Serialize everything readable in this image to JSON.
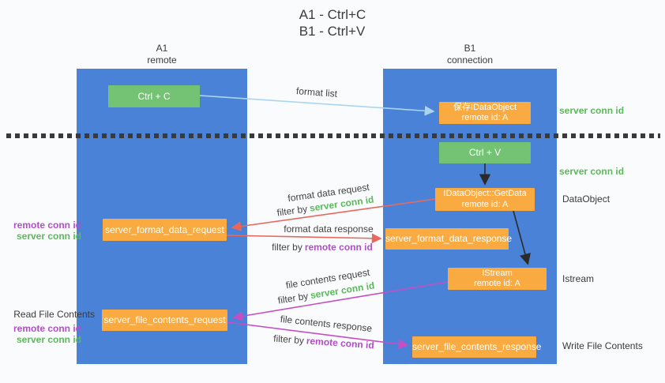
{
  "title": {
    "line1": "A1 - Ctrl+C",
    "line2": "B1 - Ctrl+V"
  },
  "columns": {
    "a1": {
      "title": "A1",
      "subtitle": "remote"
    },
    "b1": {
      "title": "B1",
      "subtitle": "connection"
    }
  },
  "nodes": {
    "ctrl_c": {
      "label": "Ctrl + C"
    },
    "ctrl_v": {
      "label": "Ctrl + V"
    },
    "save_idataobject": {
      "line1": "保存IDataObject",
      "line2": "remote id: A"
    },
    "idataobject_getdata": {
      "line1": "IDataObject::GetData",
      "line2": "remote id: A"
    },
    "istream": {
      "line1": "IStream",
      "line2": "remote id: A"
    },
    "server_format_data_request": {
      "label": "server_format_data_request"
    },
    "server_format_data_response": {
      "label": "server_format_data_response"
    },
    "server_file_contents_request": {
      "label": "server_file_contents_request"
    },
    "server_file_contents_response": {
      "label": "server_file_contents_response"
    }
  },
  "arrows": {
    "format_list": {
      "label": "format list"
    },
    "format_data_request": {
      "label": "format data request",
      "filter_prefix": "filter by",
      "filter_value": "server conn id"
    },
    "format_data_response": {
      "label": "format data response",
      "filter_prefix": "filter by",
      "filter_value": "remote conn id"
    },
    "file_contents_request": {
      "label": "file contents request",
      "filter_prefix": "filter by",
      "filter_value": "server conn id"
    },
    "file_contents_response": {
      "label": "file contents response",
      "filter_prefix": "filter by",
      "filter_value": "remote conn id"
    }
  },
  "side_labels": {
    "server_conn_id_top": "server conn id",
    "server_conn_id_mid": "server conn id",
    "dataobject": "DataObject",
    "istream": "Istream",
    "write_file_contents": "Write File Contents",
    "read_file_contents": "Read File Contents",
    "left_remote_conn_id_1": "remote conn id",
    "left_server_conn_id_1": "server conn id",
    "left_remote_conn_id_2": "remote conn id",
    "left_server_conn_id_2": "server conn id"
  },
  "colors": {
    "column_blue": "#4a82d8",
    "node_green": "#74c274",
    "node_orange": "#f9ab42",
    "arrow_blue": "#a9d5ef",
    "arrow_red": "#e8685e",
    "arrow_magenta": "#c44fc4",
    "arrow_black": "#2b2b2b",
    "label_green": "#5cb85c",
    "label_purple": "#b04fc8",
    "text_dark": "#3a3a3a"
  }
}
